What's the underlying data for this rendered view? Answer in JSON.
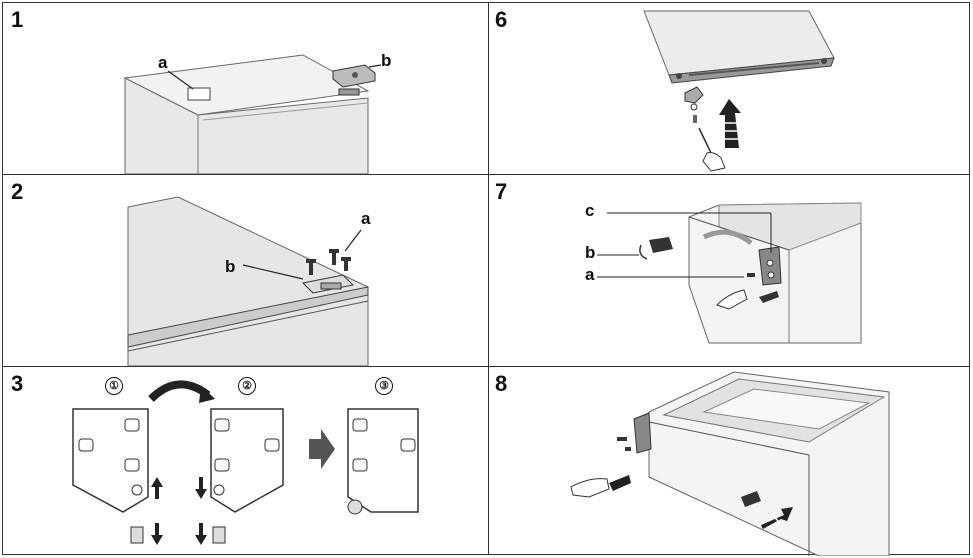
{
  "steps": [
    {
      "number": "1",
      "callouts": [
        "a",
        "b"
      ]
    },
    {
      "number": "2",
      "callouts": [
        "a",
        "b"
      ]
    },
    {
      "number": "3",
      "callouts": [
        "①",
        "②",
        "③"
      ]
    },
    {
      "number": "6",
      "callouts": []
    },
    {
      "number": "7",
      "callouts": [
        "c",
        "b",
        "a"
      ]
    },
    {
      "number": "8",
      "callouts": []
    }
  ]
}
